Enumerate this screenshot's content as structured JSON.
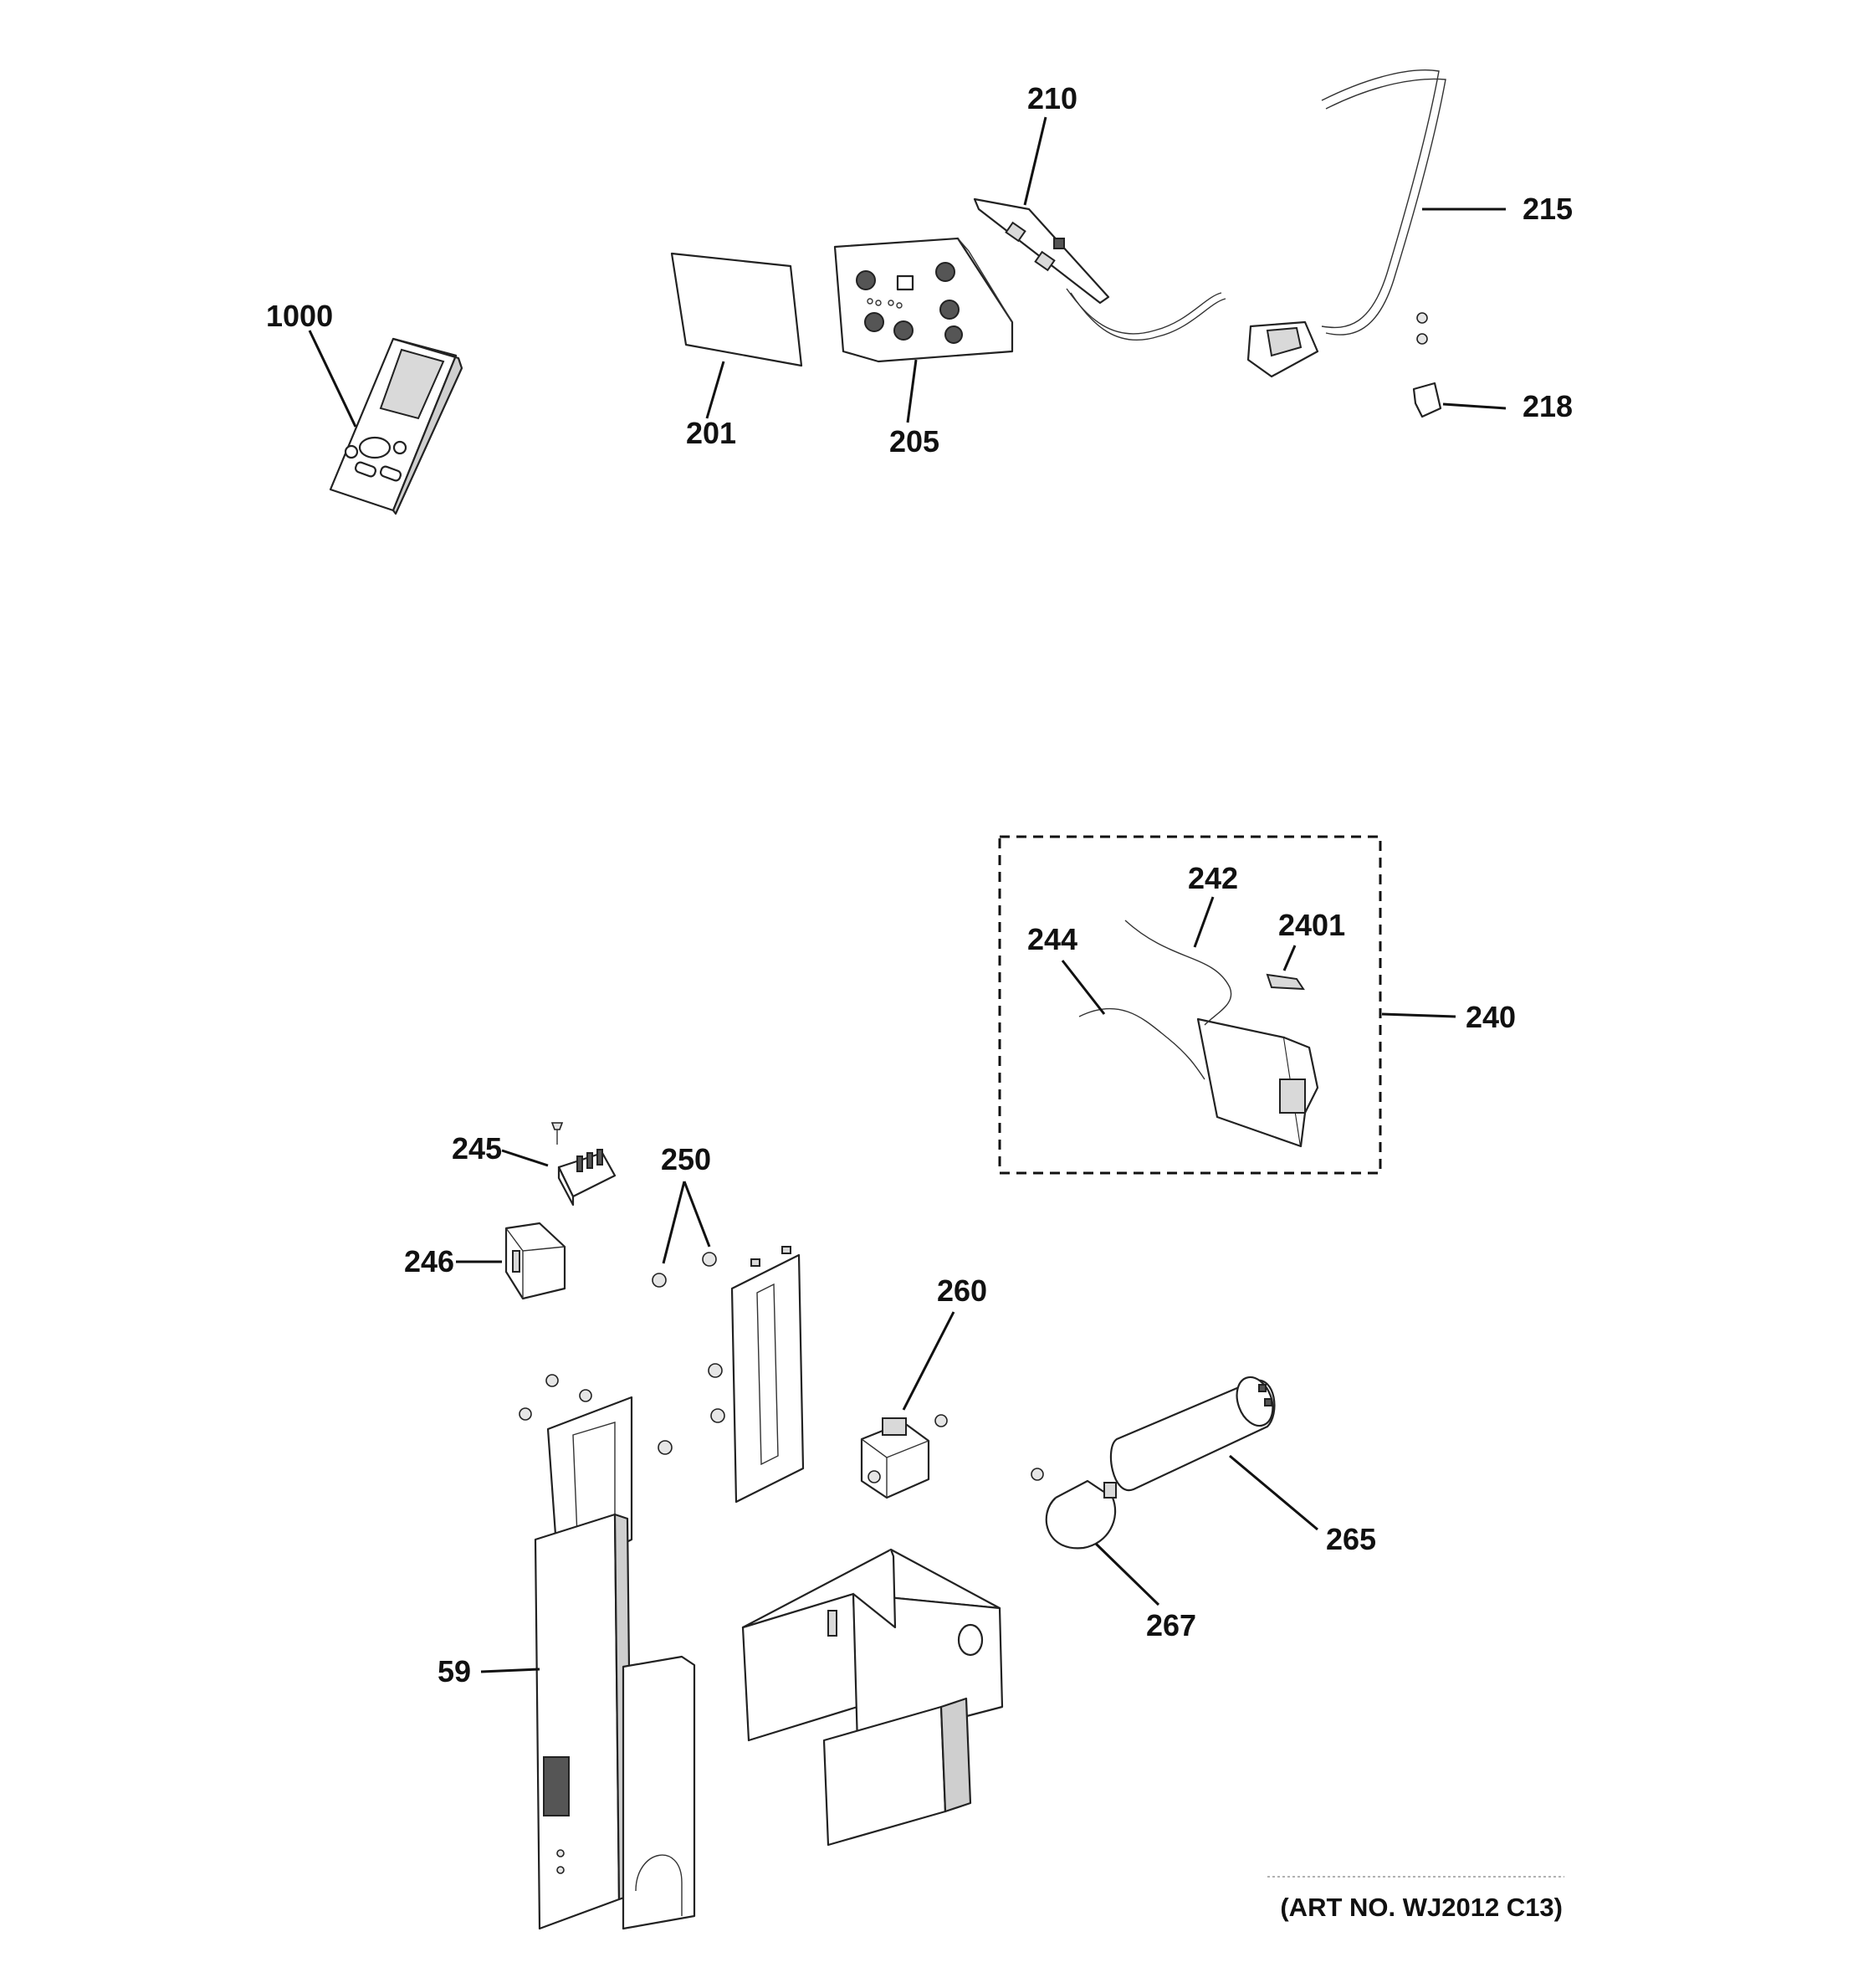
{
  "callouts": {
    "c1000": "1000",
    "c201": "201",
    "c205": "205",
    "c210": "210",
    "c215": "215",
    "c218": "218",
    "c240": "240",
    "c242": "242",
    "c244": "244",
    "c2401": "2401",
    "c245": "245",
    "c246": "246",
    "c250": "250",
    "c260": "260",
    "c265": "265",
    "c267": "267",
    "c59": "59"
  },
  "art_number": "(ART NO. WJ2012 C13)"
}
